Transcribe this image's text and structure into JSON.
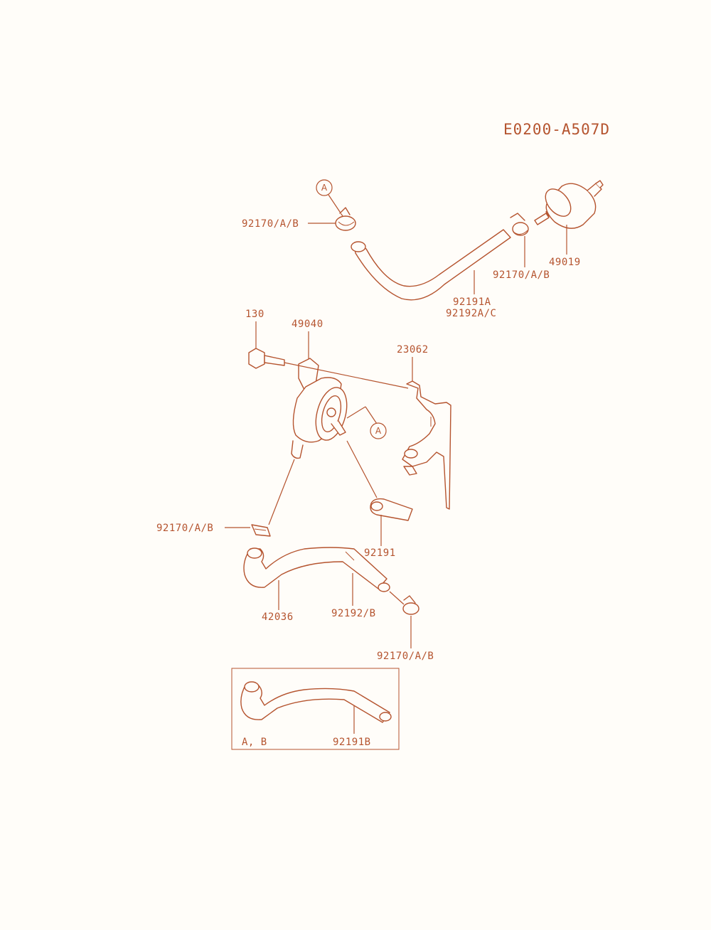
{
  "diagram_code": "E0200-A507D",
  "labels": {
    "clamp_top_left": "92170/A/B",
    "clamp_top_right": "92170/A/B",
    "filter": "49019",
    "hose_top_a": "92191A",
    "hose_top_b": "92192A/C",
    "bolt": "130",
    "pump": "49040",
    "bracket": "23062",
    "clamp_mid_left": "92170/A/B",
    "hose_short": "92191",
    "pipe": "42036",
    "hose_bottom": "92192/B",
    "clamp_bottom": "92170/A/B",
    "inset_variant": "A, B",
    "inset_hose": "92191B"
  },
  "callouts": {
    "top": "A",
    "pump": "A"
  },
  "colors": {
    "ink": "#b5542f",
    "paper": "#fffdf9"
  }
}
